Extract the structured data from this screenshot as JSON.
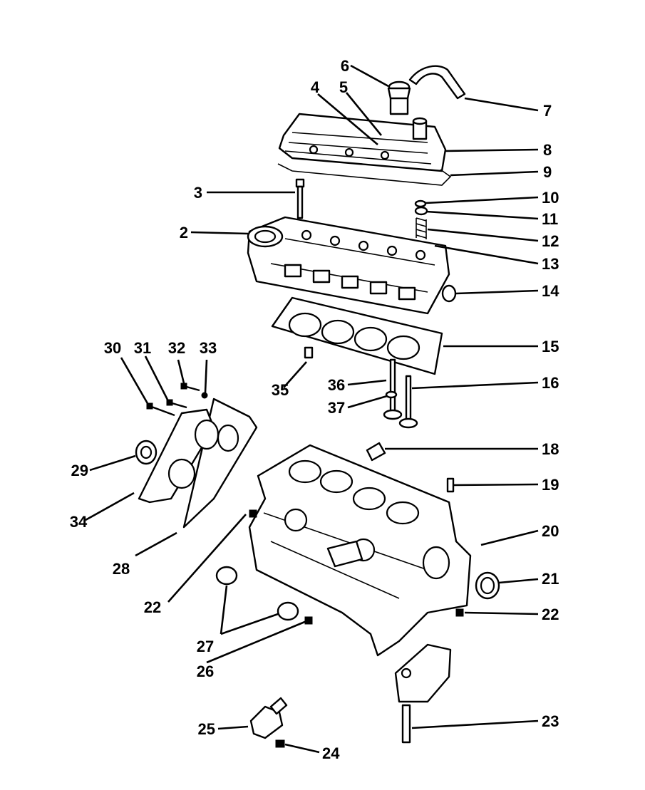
{
  "callouts": {
    "c1": "2",
    "c2": "3",
    "c3": "4",
    "c4": "5",
    "c5": "6",
    "c6": "7",
    "c7": "8",
    "c8": "9",
    "c9": "10",
    "c10": "11",
    "c11": "12",
    "c12": "13",
    "c13": "14",
    "c14": "15",
    "c15": "16",
    "c16": "18",
    "c17": "19",
    "c18": "20",
    "c19": "21",
    "c20": "22",
    "c21": "22",
    "c22": "23",
    "c23": "24",
    "c24": "25",
    "c25": "26",
    "c26": "27",
    "c27": "28",
    "c28": "29",
    "c29": "30",
    "c30": "31",
    "c31": "32",
    "c32": "33",
    "c33": "34",
    "c34": "35",
    "c35": "36",
    "c36": "37"
  }
}
